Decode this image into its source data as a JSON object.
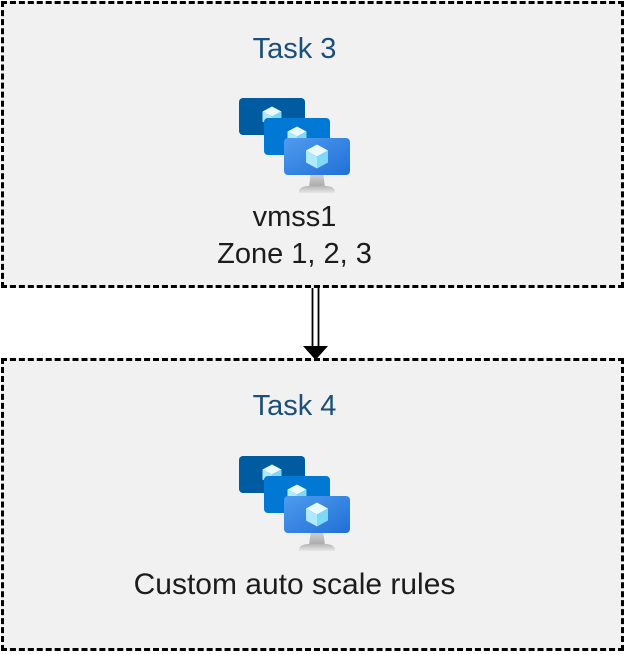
{
  "diagram": {
    "background_color": "#ffffff",
    "box_fill": "#f1f1f1",
    "box_border_color": "#000000",
    "title_color": "#1b4e79",
    "body_text_color": "#1c1c1c",
    "tasks": [
      {
        "title": "Task 3",
        "icon": "vm-scale-sets-icon",
        "label": "vmss1\nZone 1, 2, 3"
      },
      {
        "title": "Task 4",
        "icon": "vm-scale-sets-icon",
        "label": "Custom auto scale rules"
      }
    ],
    "connector": {
      "type": "double-line-arrow",
      "direction": "down",
      "color": "#000000",
      "from": "Task 3",
      "to": "Task 4"
    },
    "icon_colors": {
      "monitor_back": "#005ba1",
      "monitor_middle": "#0078d4",
      "monitor_front_start": "#4f9bef",
      "monitor_front_end": "#2070d6",
      "cube_top": "#e9faff",
      "cube_left": "#aee9fd",
      "cube_right": "#7cd9f7",
      "stand_light": "#e8e8e8",
      "stand_dark": "#a9a9a9"
    }
  }
}
